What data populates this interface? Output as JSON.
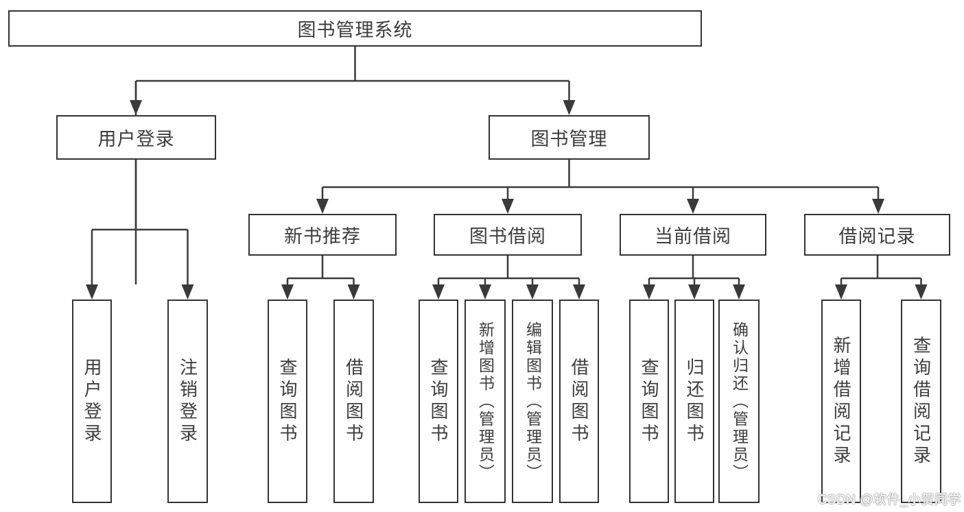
{
  "diagram": {
    "root": {
      "label": "图书管理系统"
    },
    "branches": [
      {
        "label": "用户登录",
        "children": [
          {
            "label": "用户登录"
          },
          {
            "label": "注销登录"
          }
        ]
      },
      {
        "label": "图书管理",
        "children": [
          {
            "label": "新书推荐",
            "children": [
              {
                "label": "查询图书"
              },
              {
                "label": "借阅图书"
              }
            ]
          },
          {
            "label": "图书借阅",
            "children": [
              {
                "label": "查询图书"
              },
              {
                "label": "新增图书（管理员）"
              },
              {
                "label": "编辑图书（管理员）"
              },
              {
                "label": "借阅图书"
              }
            ]
          },
          {
            "label": "当前借阅",
            "children": [
              {
                "label": "查询图书"
              },
              {
                "label": "归还图书"
              },
              {
                "label": "确认归还（管理员）"
              }
            ]
          },
          {
            "label": "借阅记录",
            "children": [
              {
                "label": "新增借阅记录"
              },
              {
                "label": "查询借阅记录"
              }
            ]
          }
        ]
      }
    ]
  },
  "watermark": {
    "text": "CSDN @软件_小贺同学"
  },
  "colors": {
    "line": "#3a3a3a",
    "box_border": "#333333",
    "text": "#3c3c3c",
    "background": "#ffffff",
    "watermark": "#ffffff"
  }
}
